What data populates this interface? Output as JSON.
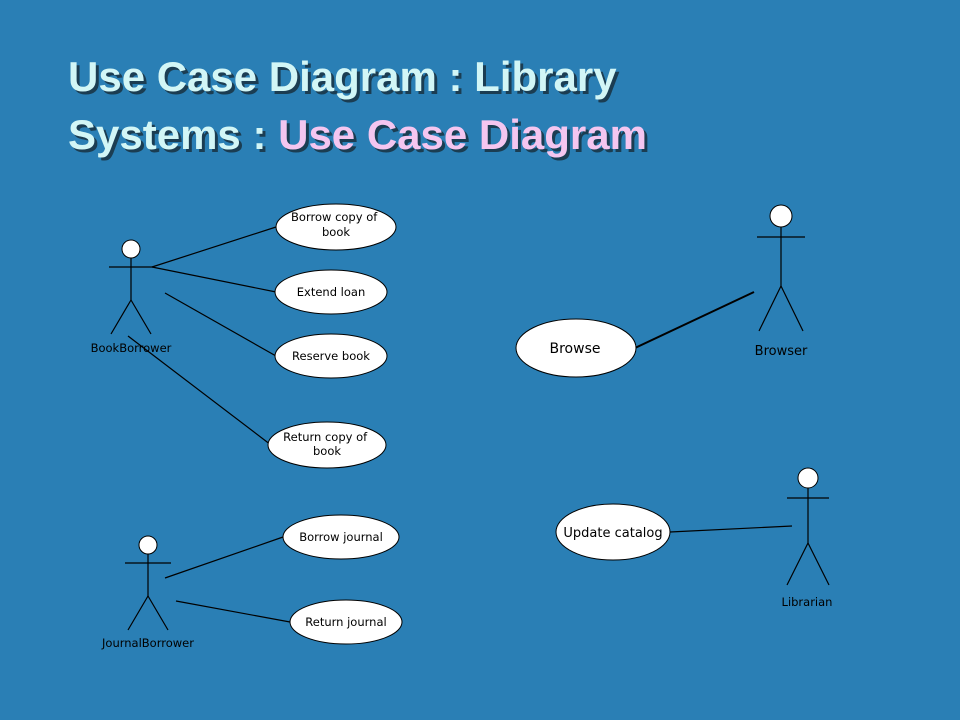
{
  "title": {
    "line1": "Use Case Diagram : Library",
    "line2_prefix": "Systems : ",
    "line2_highlight": "Use Case Diagram"
  },
  "actors": {
    "book_borrower": "BookBorrower",
    "journal_borrower": "JournalBorrower",
    "browser": "Browser",
    "librarian": "Librarian"
  },
  "use_cases": {
    "borrow_copy": [
      "Borrow copy of",
      "book"
    ],
    "extend_loan": "Extend loan",
    "reserve_book": "Reserve book",
    "return_copy": [
      "Return copy of",
      "book"
    ],
    "borrow_journal": "Borrow journal",
    "return_journal": "Return journal",
    "browse": "Browse",
    "update_catalog": "Update catalog"
  },
  "colors": {
    "background": "#2a7fb5",
    "title_text": "#d2f6f6",
    "title_highlight": "#f4c6f0",
    "title_shadow": "#1b3d52"
  }
}
